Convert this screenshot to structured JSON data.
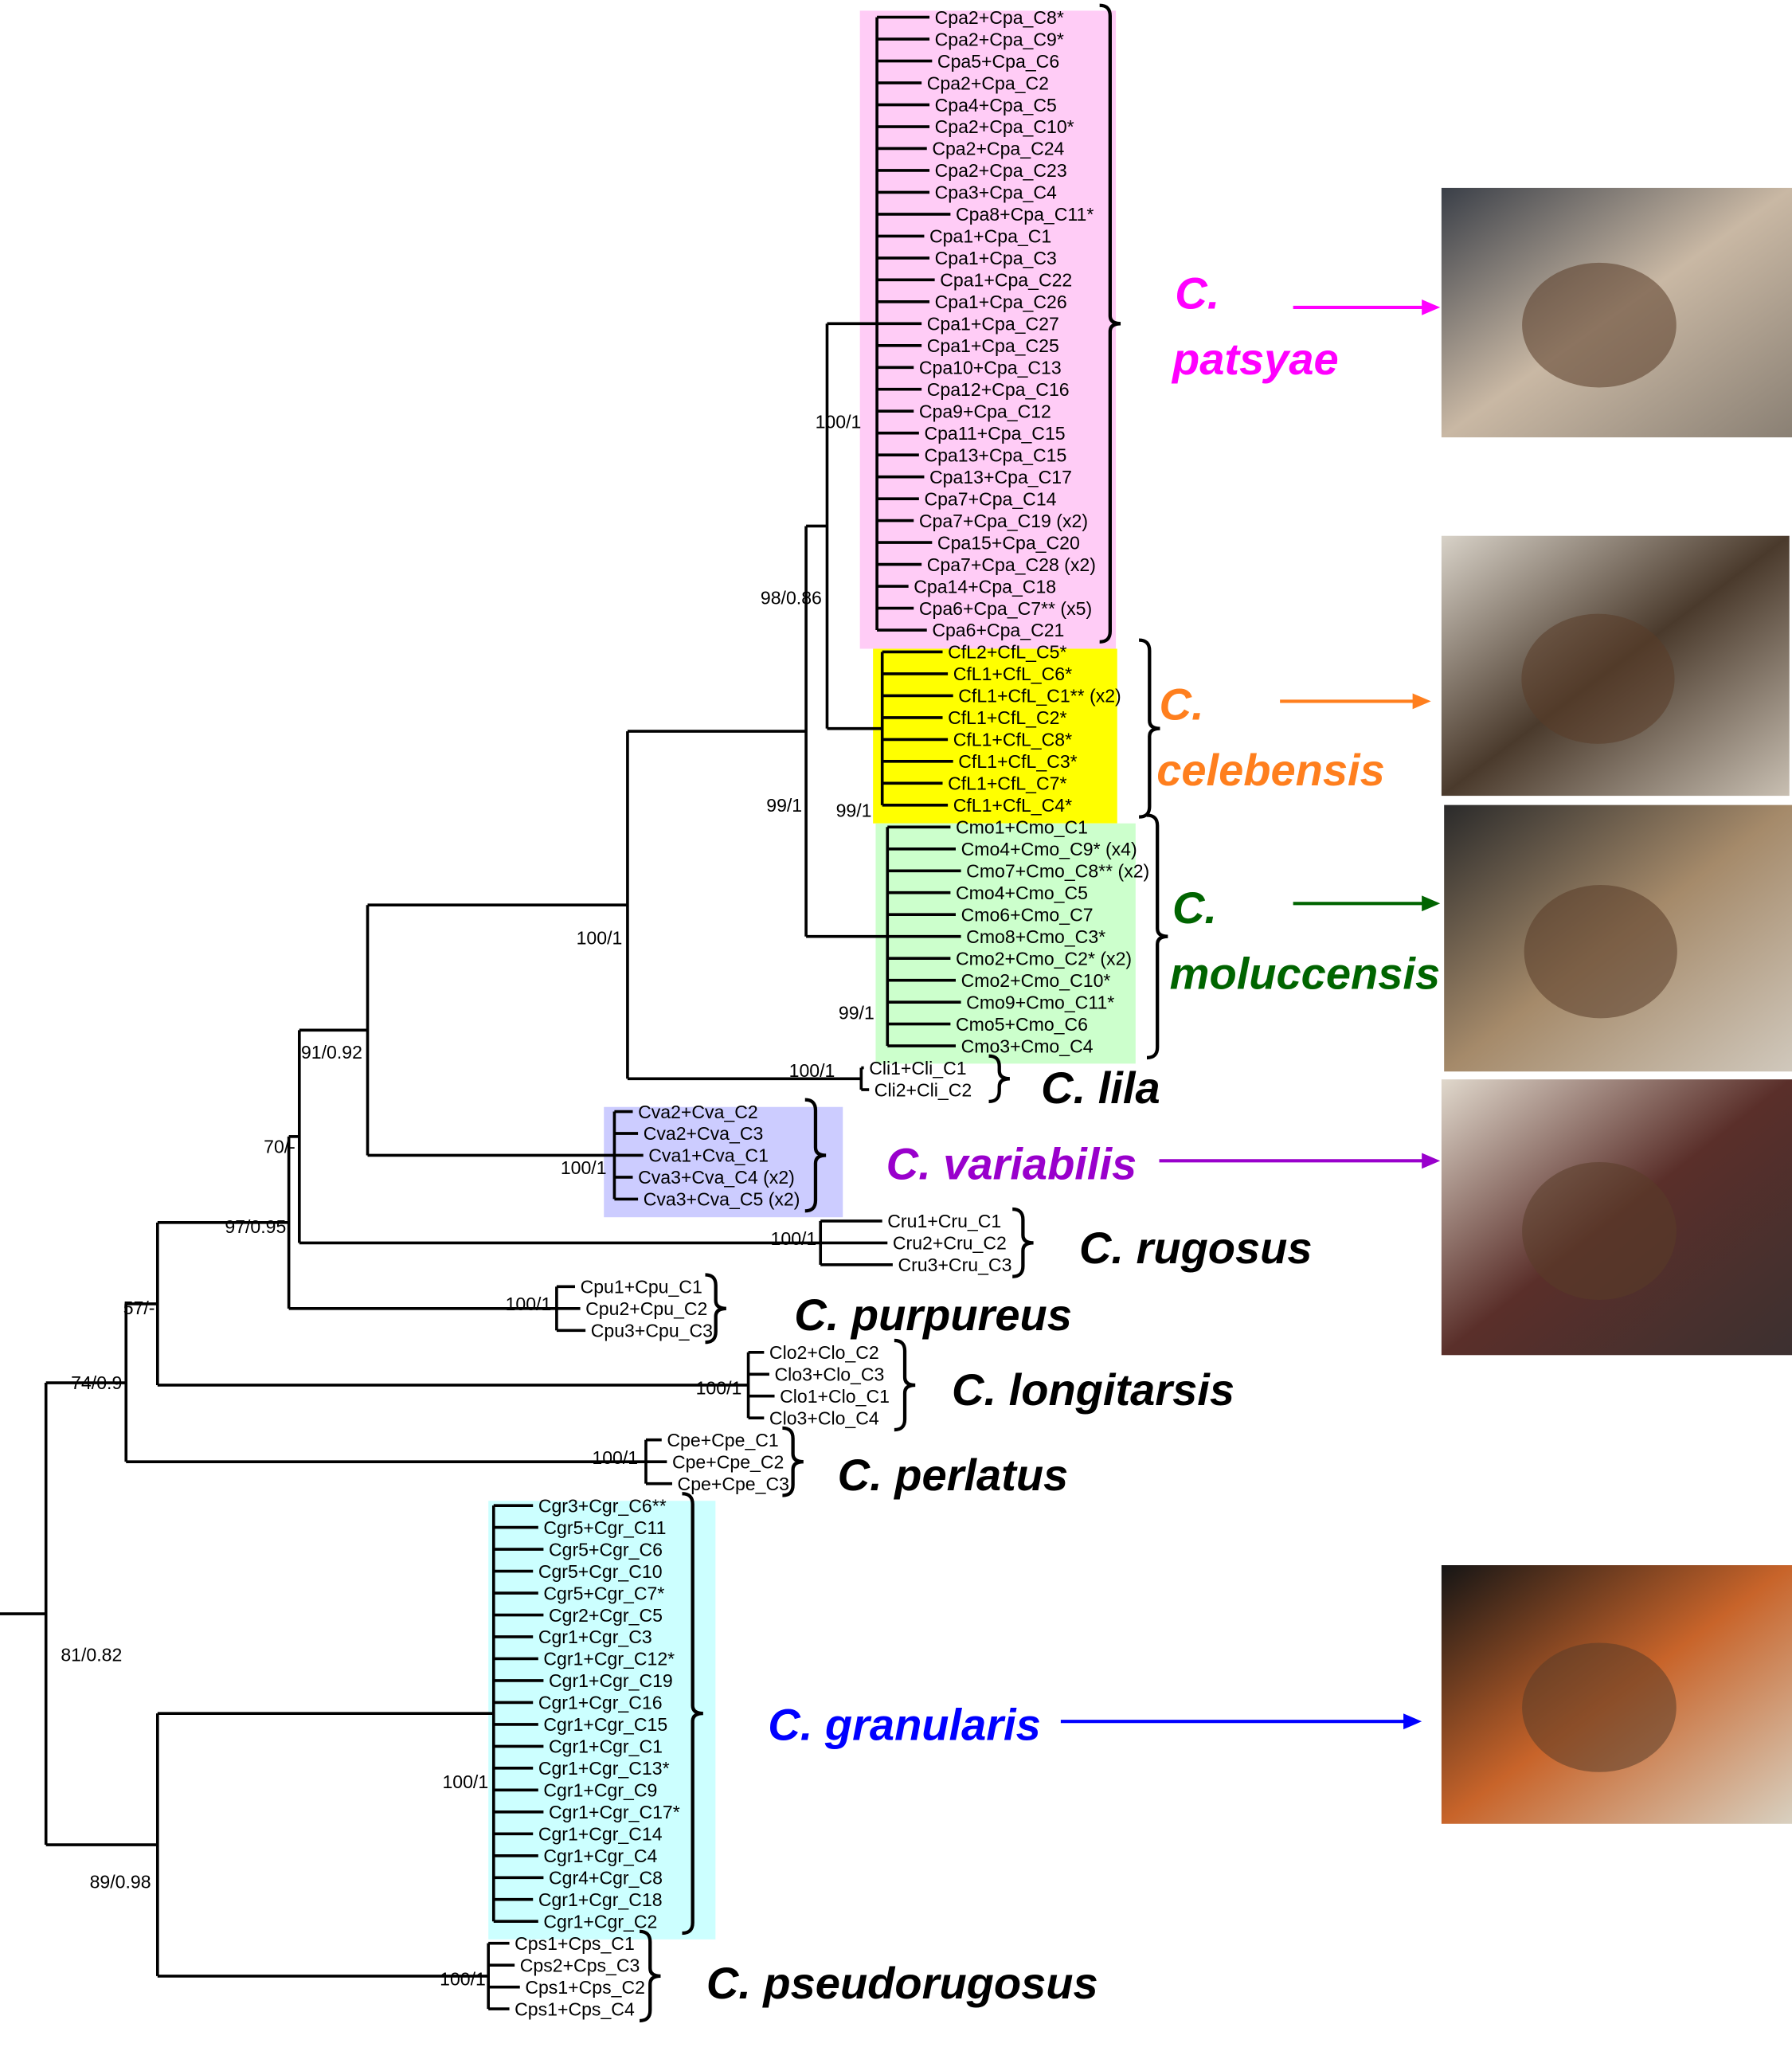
{
  "colors": {
    "patsyae": "#ff00ff",
    "celebensis": "#ff7f1e",
    "moluccensis": "#006400",
    "variabilis": "#9900cc",
    "granularis": "#0000ff",
    "black": "#000000",
    "box_patsyae": "#ffccf6",
    "box_celebensis": "#ffff00",
    "box_moluccensis": "#ccffcc",
    "box_variabilis": "#ccccff",
    "box_granularis": "#ccffff"
  },
  "clades": [
    {
      "id": "patsyae",
      "support": "100/1",
      "species_line1": "C.",
      "species_line2": "patsyae",
      "leaves": [
        "Cpa2+Cpa_C8*",
        "Cpa2+Cpa_C9*",
        "Cpa5+Cpa_C6",
        "Cpa2+Cpa_C2",
        "Cpa4+Cpa_C5",
        "Cpa2+Cpa_C10*",
        "Cpa2+Cpa_C24",
        "Cpa2+Cpa_C23",
        "Cpa3+Cpa_C4",
        "Cpa8+Cpa_C11*",
        "Cpa1+Cpa_C1",
        "Cpa1+Cpa_C3",
        "Cpa1+Cpa_C22",
        "Cpa1+Cpa_C26",
        "Cpa1+Cpa_C27",
        "Cpa1+Cpa_C25",
        "Cpa10+Cpa_C13",
        "Cpa12+Cpa_C16",
        "Cpa9+Cpa_C12",
        "Cpa11+Cpa_C15",
        "Cpa13+Cpa_C15",
        "Cpa13+Cpa_C17",
        "Cpa7+Cpa_C14",
        "Cpa7+Cpa_C19 (x2)",
        "Cpa15+Cpa_C20",
        "Cpa7+Cpa_C28 (x2)",
        "Cpa14+Cpa_C18",
        "Cpa6+Cpa_C7** (x5)",
        "Cpa6+Cpa_C21"
      ]
    },
    {
      "id": "celebensis",
      "support": "99/1",
      "species_line1": "C.",
      "species_line2": "celebensis",
      "leaves": [
        "CfL2+CfL_C5*",
        "CfL1+CfL_C6*",
        "CfL1+CfL_C1** (x2)",
        "CfL1+CfL_C2*",
        "CfL1+CfL_C8*",
        "CfL1+CfL_C3*",
        "CfL1+CfL_C7*",
        "CfL1+CfL_C4*"
      ]
    },
    {
      "id": "moluccensis",
      "support": "99/1",
      "species_line1": "C.",
      "species_line2": "moluccensis",
      "leaves": [
        "Cmo1+Cmo_C1",
        "Cmo4+Cmo_C9* (x4)",
        "Cmo7+Cmo_C8** (x2)",
        "Cmo4+Cmo_C5",
        "Cmo6+Cmo_C7",
        "Cmo8+Cmo_C3*",
        "Cmo2+Cmo_C2* (x2)",
        "Cmo2+Cmo_C10*",
        "Cmo9+Cmo_C11*",
        "Cmo5+Cmo_C6",
        "Cmo3+Cmo_C4"
      ]
    },
    {
      "id": "lila",
      "support": "100/1",
      "species_line1": "C. lila",
      "leaves": [
        "Cli1+Cli_C1",
        "Cli2+Cli_C2"
      ]
    },
    {
      "id": "variabilis",
      "support": "100/1",
      "species_line1": "C. variabilis",
      "leaves": [
        "Cva2+Cva_C2",
        "Cva2+Cva_C3",
        "Cva1+Cva_C1",
        "Cva3+Cva_C4 (x2)",
        "Cva3+Cva_C5 (x2)"
      ]
    },
    {
      "id": "rugosus",
      "support": "100/1",
      "species_line1": "C. rugosus",
      "leaves": [
        "Cru1+Cru_C1",
        "Cru2+Cru_C2",
        "Cru3+Cru_C3"
      ]
    },
    {
      "id": "purpureus",
      "support": "100/1",
      "species_line1": "C. purpureus",
      "leaves": [
        "Cpu1+Cpu_C1",
        "Cpu2+Cpu_C2",
        "Cpu3+Cpu_C3"
      ]
    },
    {
      "id": "longitarsis",
      "support": "100/1",
      "species_line1": "C. longitarsis",
      "leaves": [
        "Clo2+Clo_C2",
        "Clo3+Clo_C3",
        "Clo1+Clo_C1",
        "Clo3+Clo_C4"
      ]
    },
    {
      "id": "perlatus",
      "support": "100/1",
      "species_line1": "C. perlatus",
      "leaves": [
        "Cpe+Cpe_C1",
        "Cpe+Cpe_C2",
        "Cpe+Cpe_C3"
      ]
    },
    {
      "id": "granularis",
      "support": "100/1",
      "species_line1": "C. granularis",
      "leaves": [
        "Cgr3+Cgr_C6**",
        "Cgr5+Cgr_C11",
        "Cgr5+Cgr_C6",
        "Cgr5+Cgr_C10",
        "Cgr5+Cgr_C7*",
        "Cgr2+Cgr_C5",
        "Cgr1+Cgr_C3",
        "Cgr1+Cgr_C12*",
        "Cgr1+Cgr_C19",
        "Cgr1+Cgr_C16",
        "Cgr1+Cgr_C15",
        "Cgr1+Cgr_C1",
        "Cgr1+Cgr_C13*",
        "Cgr1+Cgr_C9",
        "Cgr1+Cgr_C17*",
        "Cgr1+Cgr_C14",
        "Cgr1+Cgr_C4",
        "Cgr4+Cgr_C8",
        "Cgr1+Cgr_C18",
        "Cgr1+Cgr_C2"
      ]
    },
    {
      "id": "pseudorugosus",
      "support": "100/1",
      "species_line1": "C. pseudorugosus",
      "leaves": [
        "Cps1+Cps_C1",
        "Cps2+Cps_C3",
        "Cps1+Cps_C2",
        "Cps1+Cps_C4"
      ]
    }
  ],
  "internal_support": {
    "patsyae_celebensis": "98/0.86",
    "with_moluccensis": "99/1",
    "with_lila": "100/1",
    "with_variabilis": "91/0.92",
    "with_rugosus": "70/-",
    "with_purpureus": "97/0.95",
    "with_longitarsis": "57/-",
    "with_perlatus": "74/0.9",
    "root": "81/0.82",
    "granularis_pseudorugosus": "89/0.98"
  },
  "photos": [
    "patsyae-photo",
    "celebensis-photo",
    "moluccensis-photo",
    "variabilis-photo",
    "granularis-photo"
  ]
}
